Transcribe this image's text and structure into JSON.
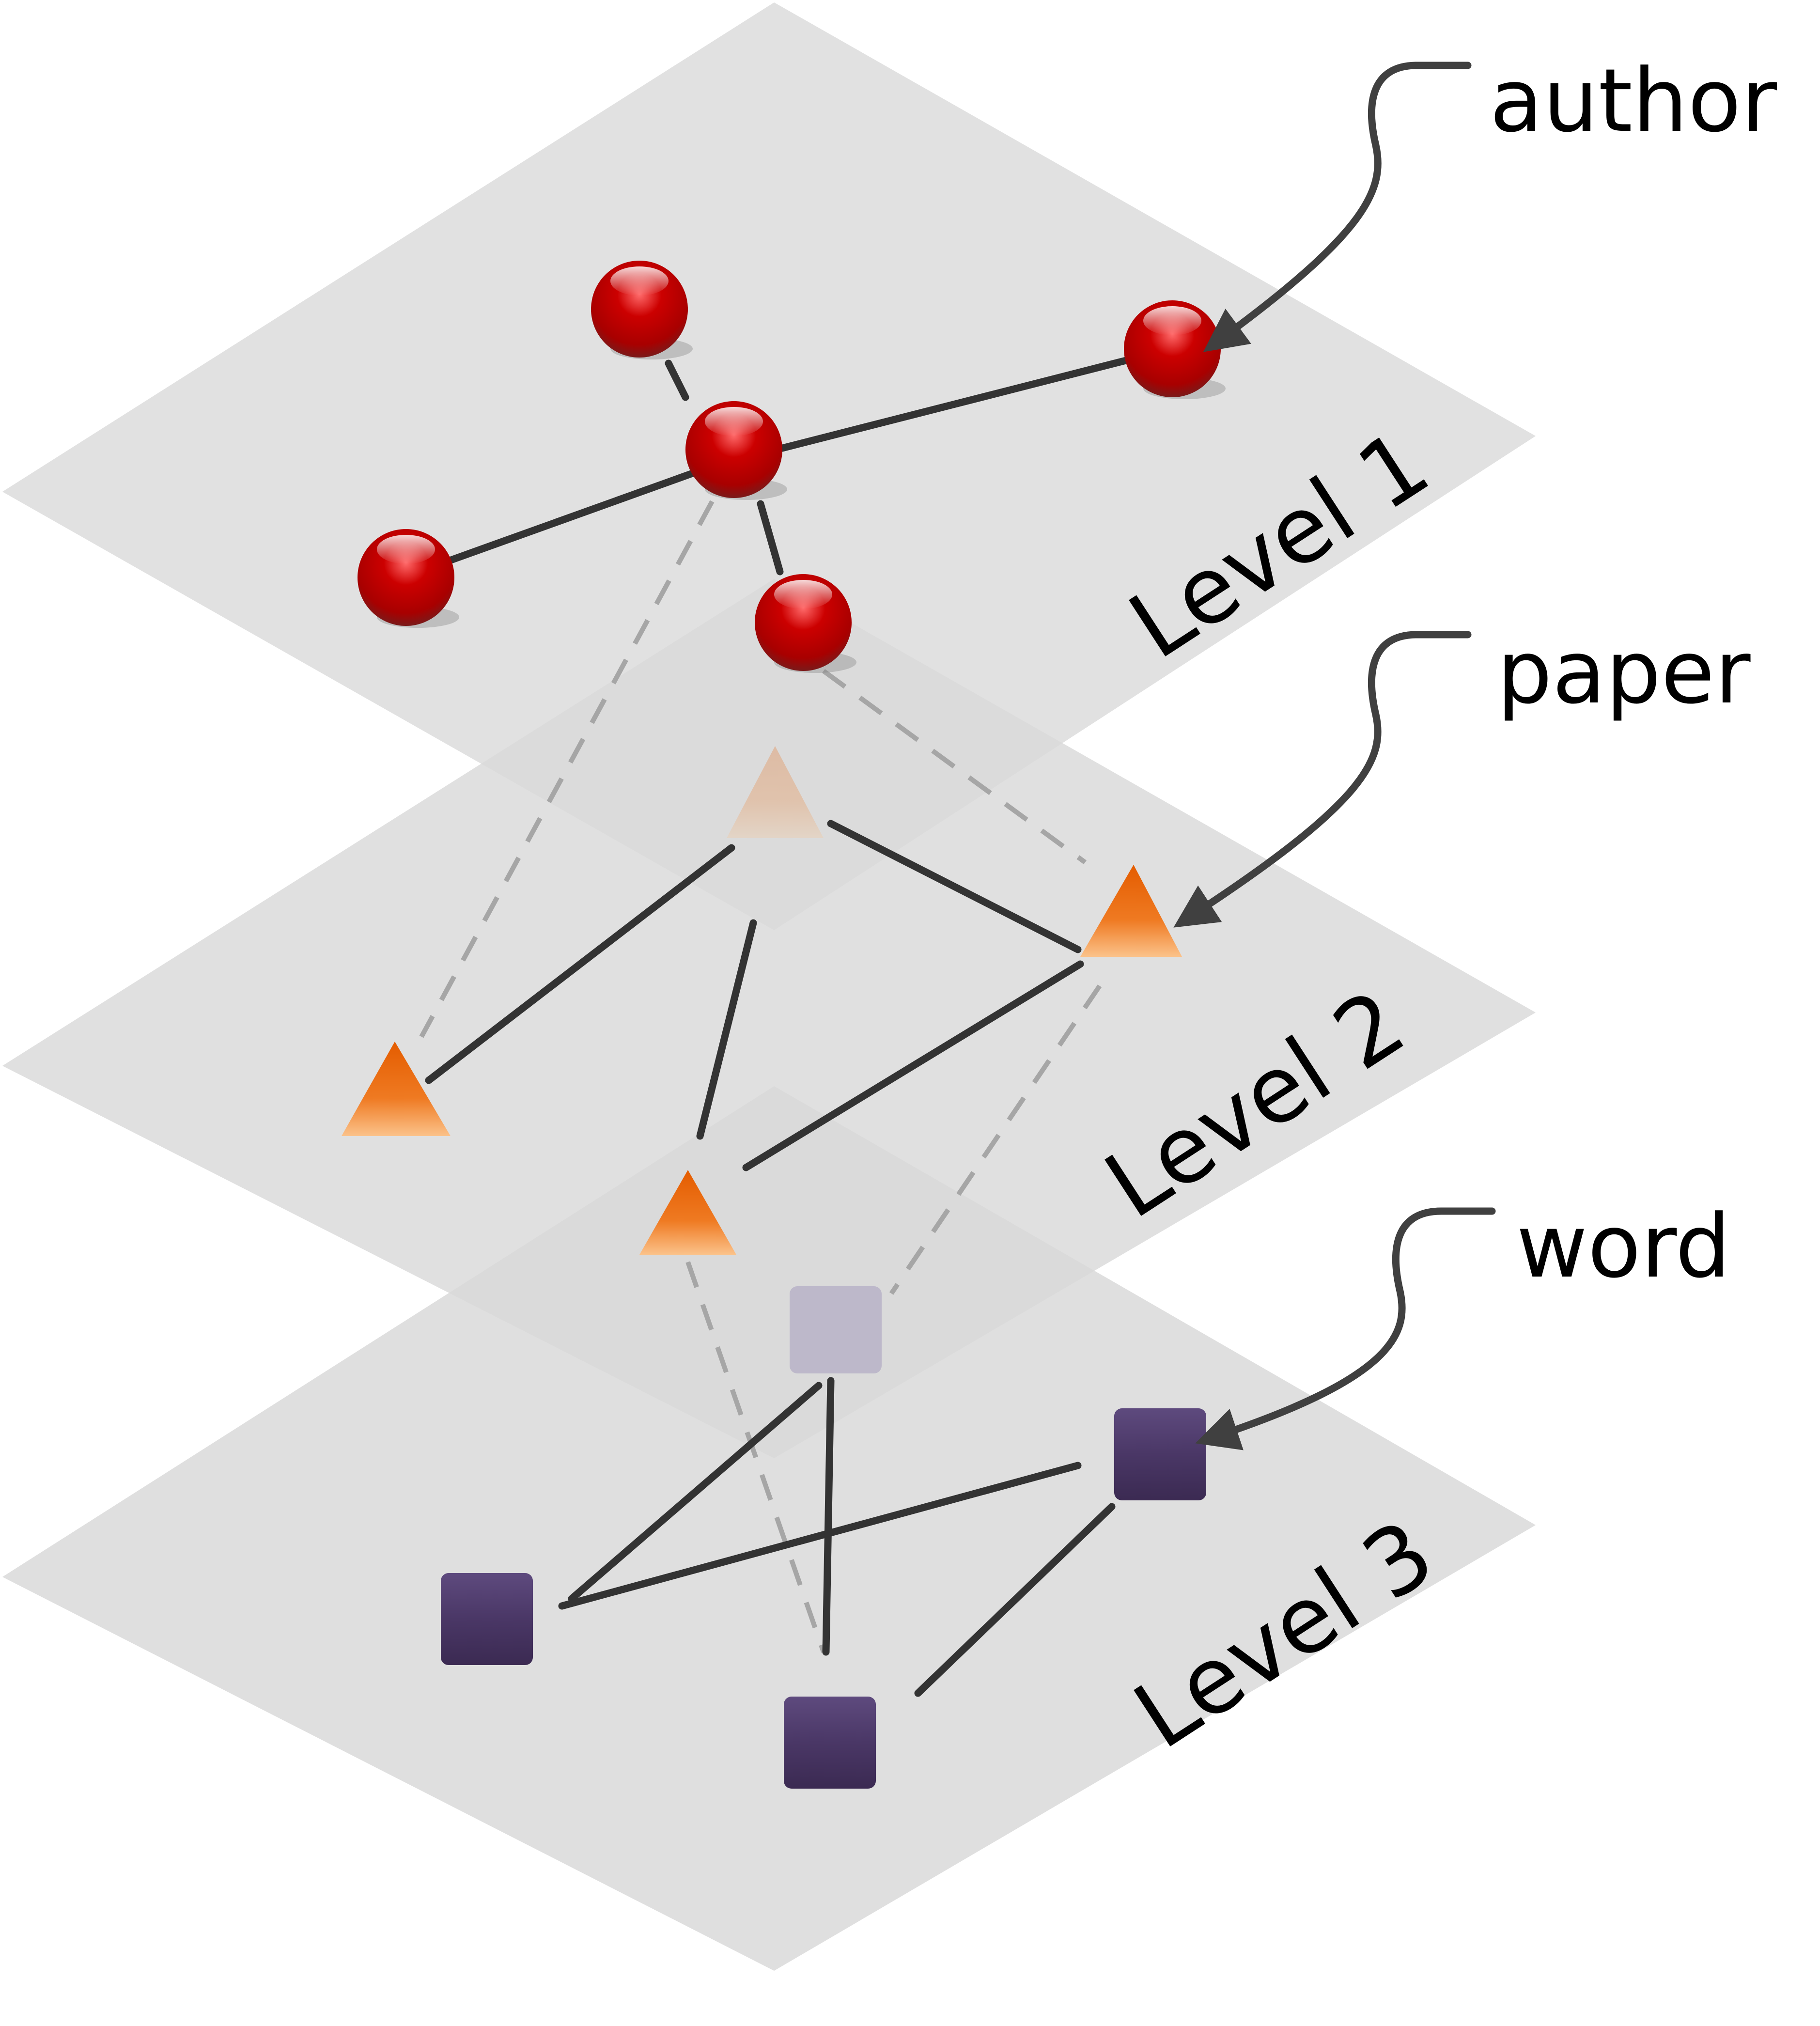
{
  "levels": [
    {
      "label": "Level 1",
      "node_type": "author"
    },
    {
      "label": "Level 2",
      "node_type": "paper"
    },
    {
      "label": "Level 3",
      "node_type": "word"
    }
  ],
  "callouts": {
    "author": "author",
    "paper": "paper",
    "word": "word"
  },
  "colors": {
    "plane": "#d9d9d9",
    "author_node": "#c00000",
    "paper_node": "#ed7d31",
    "word_node": "#4b3864",
    "edge": "#333333",
    "cross_edge": "#a6a6a6",
    "arrow": "#404040"
  },
  "icons": {
    "author": "sphere-icon",
    "paper": "triangle-icon",
    "word": "square-icon"
  }
}
